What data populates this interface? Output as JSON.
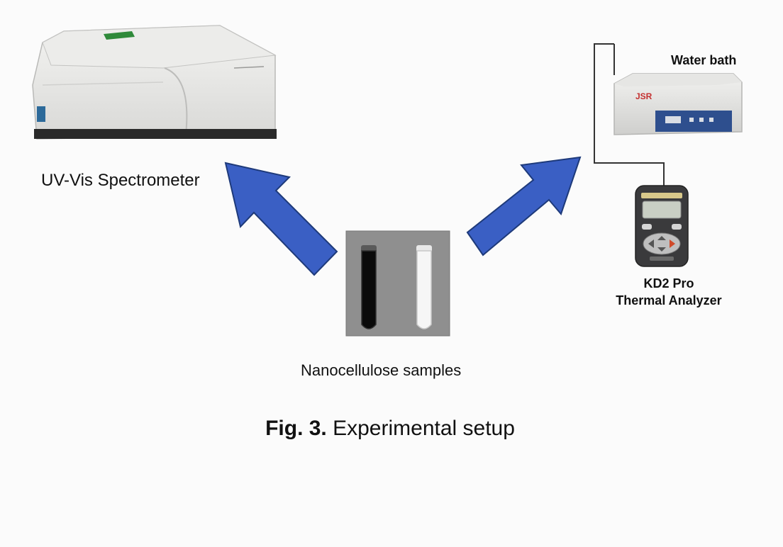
{
  "labels": {
    "spectrometer": "UV-Vis Spectrometer",
    "water_bath": "Water bath",
    "kd2_line1": "KD2 Pro",
    "kd2_line2": "Thermal Analyzer",
    "samples": "Nanocellulose samples"
  },
  "caption": {
    "number": "Fig. 3.",
    "text": "Experimental setup"
  },
  "colors": {
    "arrow": "#3a5fc4",
    "arrow_outline": "#1e3a7a"
  }
}
